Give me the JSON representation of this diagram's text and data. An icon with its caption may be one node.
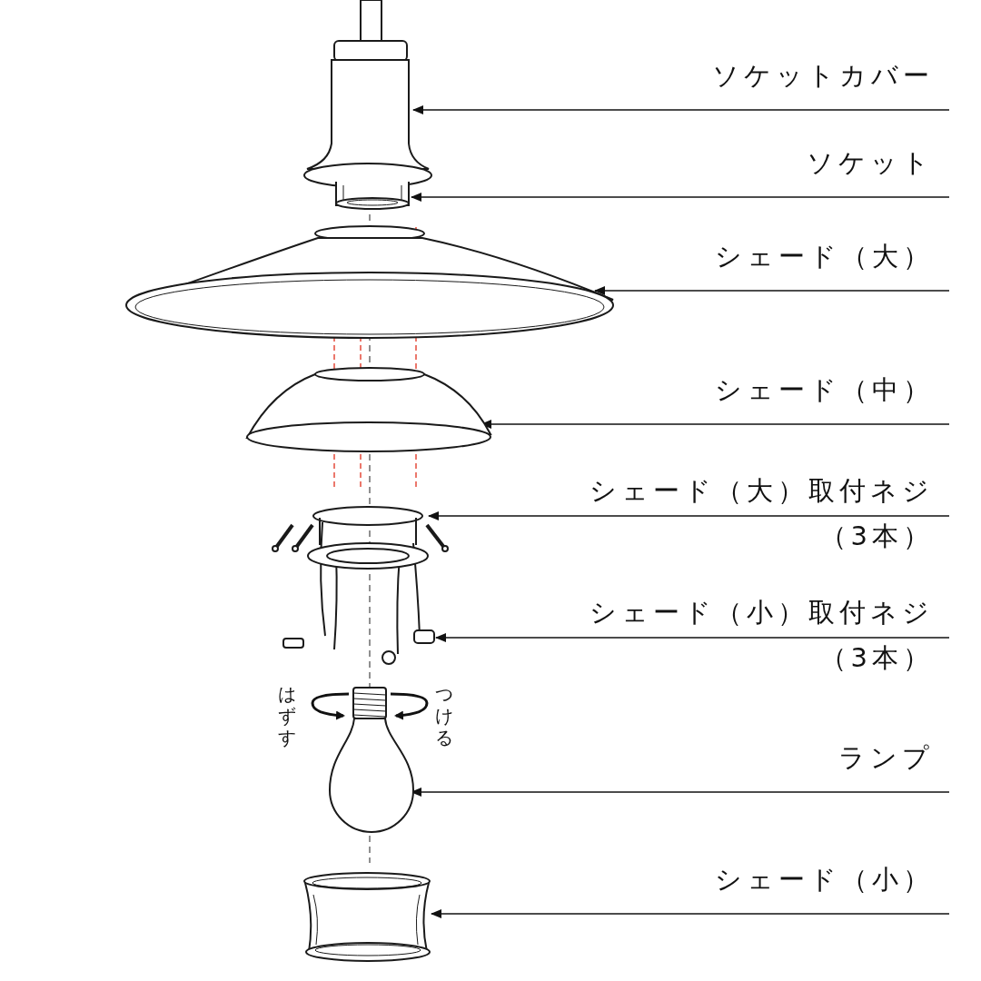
{
  "diagram": {
    "nodes": [
      {
        "text": [
          "ソケットカバー"
        ]
      },
      {
        "text": [
          "ソケット"
        ]
      },
      {
        "text": [
          "シェード（大）"
        ]
      },
      {
        "text": [
          "シェード（中）"
        ]
      },
      {
        "text": [
          "シェード（大）取付ネジ（3本）"
        ]
      },
      {
        "text": [
          "シェード（小）取付ネジ（3本）"
        ]
      },
      {
        "text": [
          "ランプ"
        ]
      },
      {
        "text": [
          "シェード（小）"
        ]
      },
      {
        "text": [],
        "shape": "picture"
      },
      {
        "text": [],
        "shape": "picture"
      },
      {
        "text": [],
        "shape": "picture"
      },
      {
        "text": [],
        "shape": "picture"
      },
      {
        "text": [],
        "shape": "picture"
      },
      {
        "text": [],
        "shape": "picture"
      },
      {
        "text": [],
        "shape": "picture"
      },
      {
        "text": [],
        "shape": "picture"
      }
    ],
    "edges": [
      {
        "from": 0,
        "to": 8,
        "arrow": "to"
      },
      {
        "from": 1,
        "to": 9,
        "arrow": "to"
      },
      {
        "from": 2,
        "to": 10,
        "arrow": "to"
      },
      {
        "from": 3,
        "to": 11,
        "arrow": "to"
      },
      {
        "from": 4,
        "to": 12,
        "arrow": "to"
      },
      {
        "from": 5,
        "to": 13,
        "arrow": "to"
      },
      {
        "from": 6,
        "to": 14,
        "arrow": "to"
      },
      {
        "from": 7,
        "to": 15,
        "arrow": "to"
      }
    ],
    "labels": [
      "はずす",
      "つける"
    ]
  }
}
